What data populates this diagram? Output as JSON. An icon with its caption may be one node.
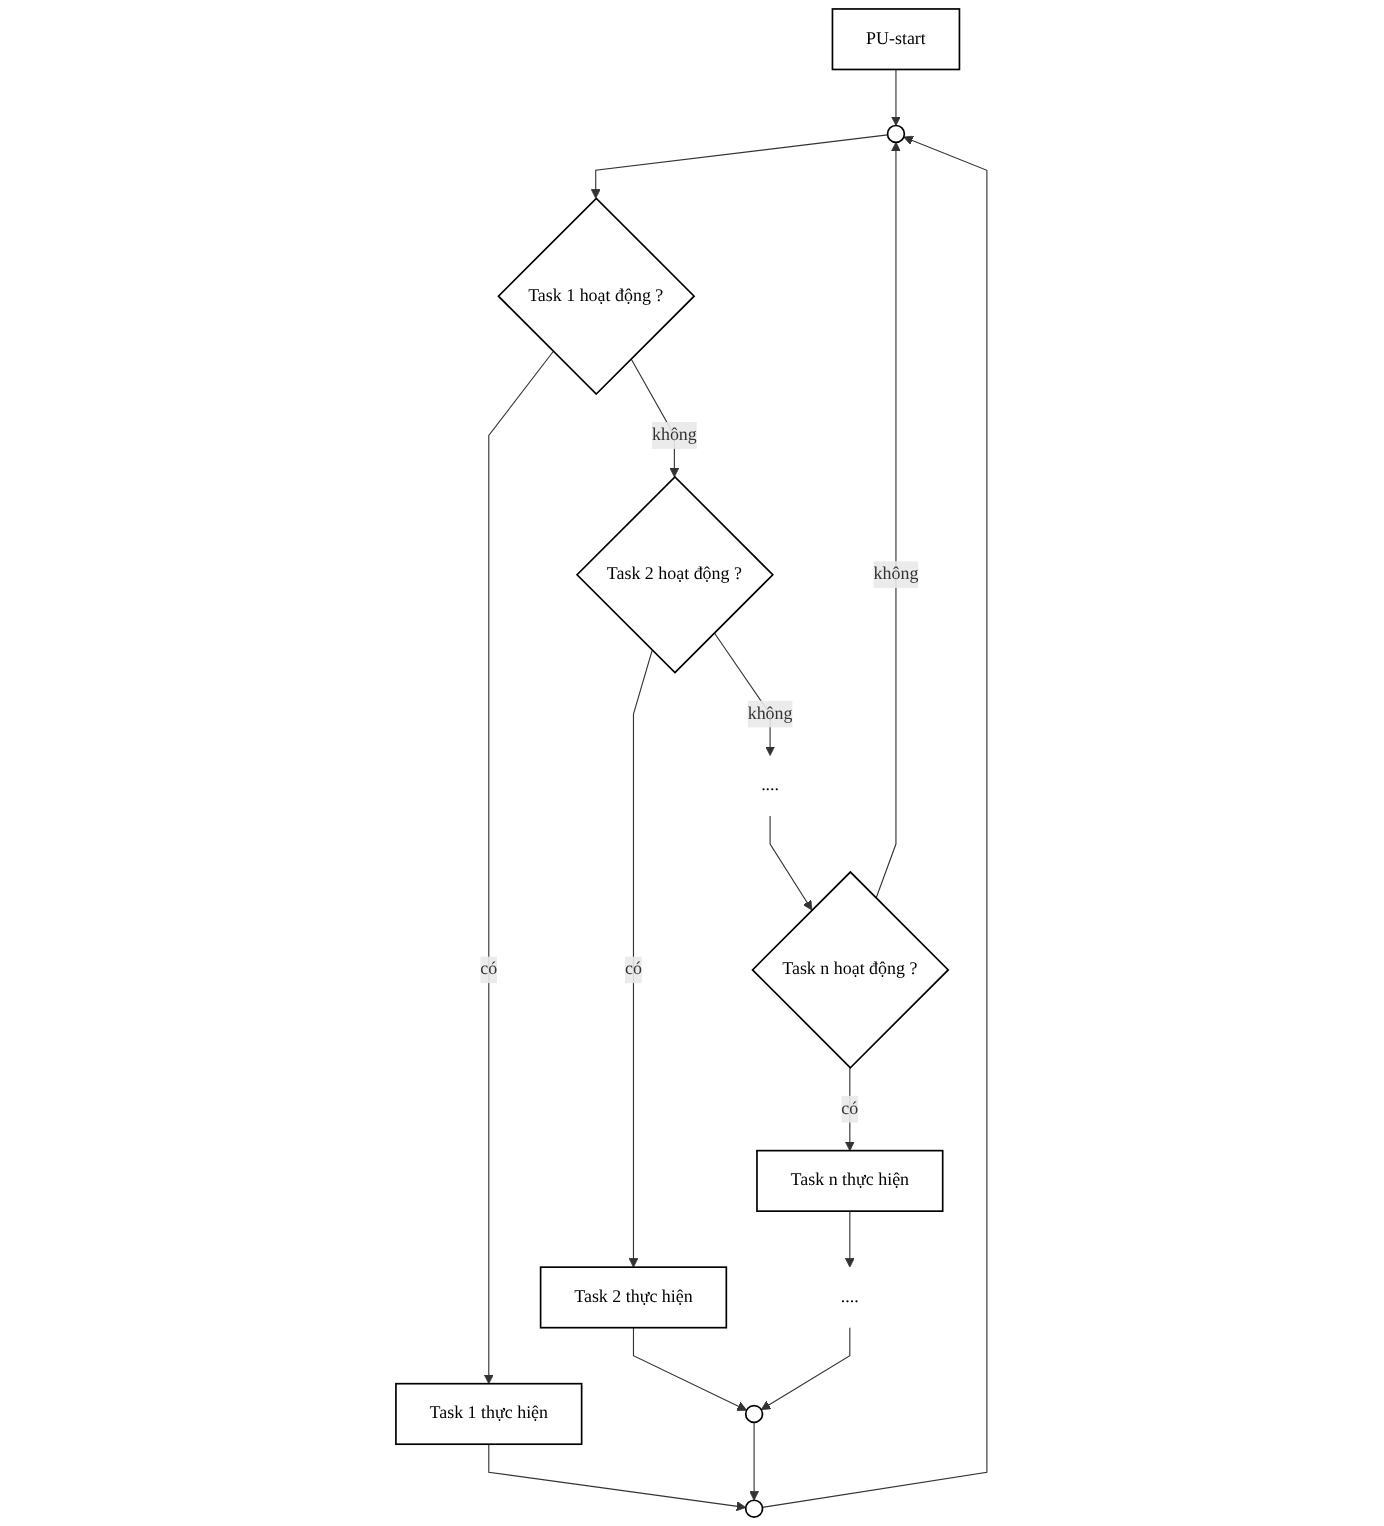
{
  "diagram": {
    "nodes": [
      {
        "text": [
          "PU-start"
        ]
      },
      {
        "text": [],
        "shape": "circle"
      },
      {
        "text": [
          "Task 1 hoạt động ?"
        ]
      },
      {
        "text": [
          "Task 1 thực hiện"
        ]
      },
      {
        "text": [],
        "shape": "circle"
      },
      {
        "text": [
          "Task 2 hoạt động ?"
        ]
      },
      {
        "text": [
          "Task 2 thực hiện"
        ]
      },
      {
        "text": [],
        "shape": "circle"
      },
      {
        "text": [
          "...."
        ]
      },
      {
        "text": [
          "Task n hoạt động ?"
        ]
      },
      {
        "text": [
          "Task n thực hiện"
        ]
      },
      {
        "text": [
          "...."
        ]
      }
    ],
    "edges": [
      {
        "from": 0,
        "to": 1,
        "arrow": "to"
      },
      {
        "from": 1,
        "to": 2,
        "arrow": "to"
      },
      {
        "from": 2,
        "to": 3,
        "arrow": "to",
        "label": "có"
      },
      {
        "from": 3,
        "to": 4,
        "arrow": "to"
      },
      {
        "from": 2,
        "to": 5,
        "arrow": "to",
        "label": "không"
      },
      {
        "from": 5,
        "to": 6,
        "arrow": "to",
        "label": "có"
      },
      {
        "from": 6,
        "to": 7,
        "arrow": "to"
      },
      {
        "from": 5,
        "to": 8,
        "arrow": "to",
        "label": "không"
      },
      {
        "from": 8,
        "to": 9,
        "arrow": "to"
      },
      {
        "from": 9,
        "to": 10,
        "arrow": "to",
        "label": "có"
      },
      {
        "from": 10,
        "to": 11,
        "arrow": "to"
      },
      {
        "from": 11,
        "to": 7,
        "arrow": "to"
      },
      {
        "from": 7,
        "to": 4,
        "arrow": "to"
      },
      {
        "from": 4,
        "to": 1,
        "arrow": "to"
      },
      {
        "from": 9,
        "to": 1,
        "arrow": "to",
        "label": "không"
      }
    ]
  }
}
